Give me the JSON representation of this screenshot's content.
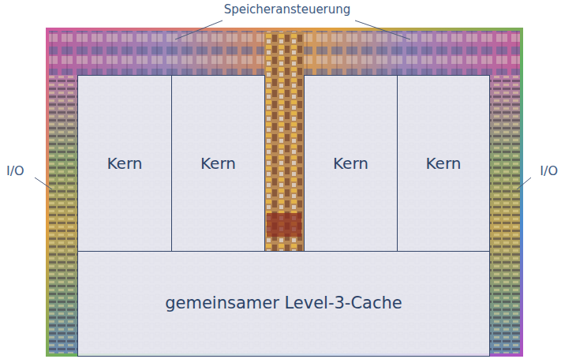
{
  "diagram": {
    "nodes": [
      {
        "text": [
          "Kern"
        ]
      },
      {
        "text": [
          "Kern"
        ]
      },
      {
        "text": [
          "Kern"
        ]
      },
      {
        "text": [
          "Kern"
        ]
      },
      {
        "text": [
          "gemeinsamer Level-3-Cache"
        ]
      }
    ],
    "labels": [
      "Speicheransteuerung",
      "I/O",
      "I/O"
    ]
  }
}
